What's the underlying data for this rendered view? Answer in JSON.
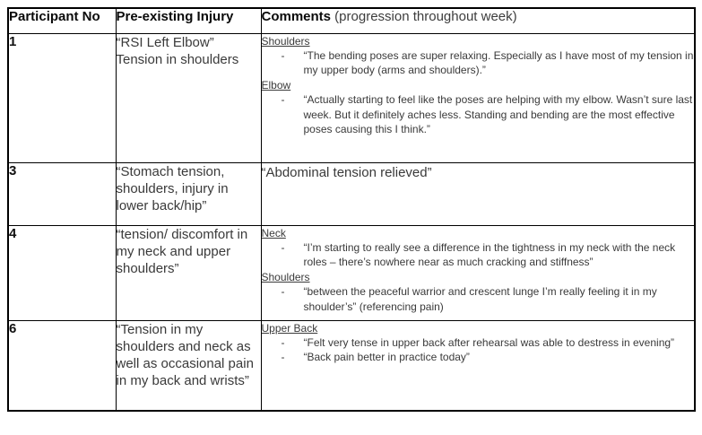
{
  "bullet_marker": "-",
  "header": {
    "participant": "Participant No",
    "injury": "Pre-existing Injury",
    "comments_bold": "Comments",
    "comments_rest": " (progression throughout week)"
  },
  "rows": [
    {
      "participant": "1",
      "injury": "“RSI Left Elbow”\nTension in shoulders",
      "comments": [
        {
          "heading": "Shoulders",
          "bullets": [
            "“The bending poses are super relaxing. Especially as I have most of my tension in my upper body (arms and shoulders).”"
          ]
        },
        {
          "heading": "Elbow",
          "bullets": [
            "“Actually starting to feel like the poses are helping with my elbow. Wasn’t sure last week. But it definitely aches less. Standing and bending are the most effective poses causing this I think.”"
          ]
        }
      ]
    },
    {
      "participant": "3",
      "injury": "“Stomach tension, shoulders, injury in lower back/hip”",
      "comment_plain": "“Abdominal tension relieved”"
    },
    {
      "participant": "4",
      "injury": "“tension/ discomfort in my neck and upper shoulders”",
      "comments": [
        {
          "heading": "Neck",
          "bullets": [
            "“I’m starting to really see a difference in the tightness in my neck with the neck roles – there’s nowhere near as much cracking and stiffness”"
          ]
        },
        {
          "heading": "Shoulders",
          "bullets": [
            "“between the peaceful warrior and crescent lunge I’m really feeling it in my shoulder’s” (referencing pain)"
          ]
        }
      ]
    },
    {
      "participant": "6",
      "injury": "“Tension in my shoulders and neck as well as occasional pain in my back and wrists”",
      "comments": [
        {
          "heading": "Upper Back",
          "bullets": [
            "“Felt very tense in upper back after rehearsal was able to destress in evening”",
            "“Back pain better in practice today”"
          ]
        }
      ]
    }
  ]
}
